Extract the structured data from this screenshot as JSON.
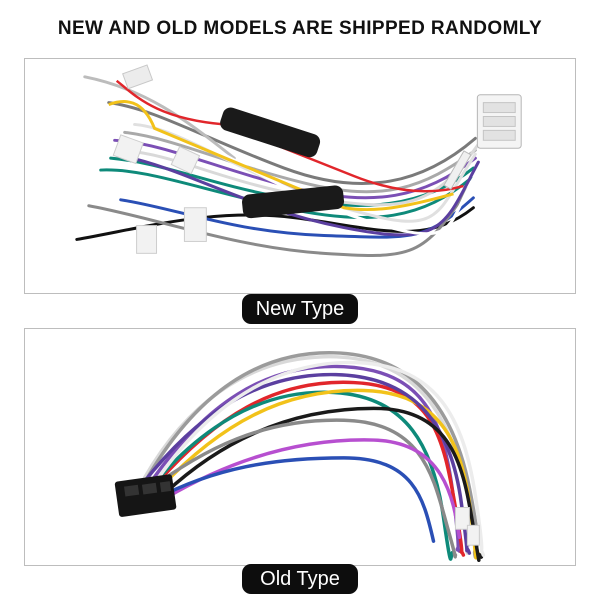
{
  "headline": "NEW AND OLD MODELS ARE SHIPPED RANDOMLY",
  "new_panel": {
    "label": "New Type"
  },
  "old_panel": {
    "label": "Old Type"
  }
}
